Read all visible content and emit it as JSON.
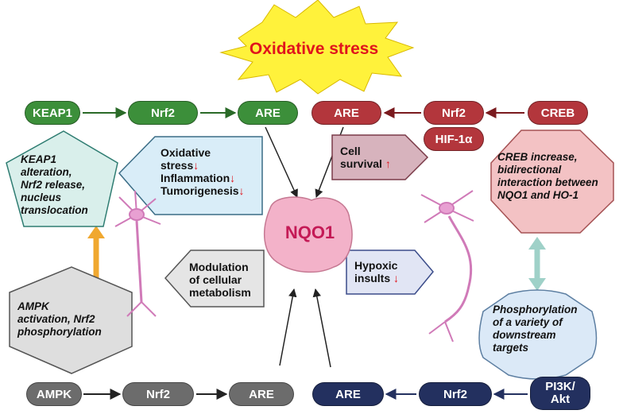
{
  "title": "Oxidative stress",
  "center": "NQO1",
  "top_left_chain": [
    "KEAP1",
    "Nrf2",
    "ARE"
  ],
  "top_right_chain": [
    "ARE",
    "Nrf2",
    "HIF-1α",
    "CREB"
  ],
  "bottom_left_chain": [
    "AMPK",
    "Nrf2",
    "ARE"
  ],
  "bottom_right_chain": [
    "ARE",
    "Nrf2",
    "PI3K/\nAkt"
  ],
  "boxes": {
    "keap1_note": [
      "KEAP1",
      "alteration,",
      "Nrf2 release,",
      "nucleus",
      "translocation"
    ],
    "effects": [
      "Oxidative",
      "stress",
      "Inflammation",
      "Tumorigenesis"
    ],
    "cell_survival": [
      "Cell",
      "survival"
    ],
    "creb_note": [
      "CREB increase,",
      "bidirectional",
      "interaction between",
      "NQO1 and HO-1"
    ],
    "modulation": [
      "Modulation",
      "of cellular",
      "metabolism"
    ],
    "hypoxic": [
      "Hypoxic",
      "insults"
    ],
    "ampk_note": [
      "AMPK",
      "activation, Nrf2",
      "phosphorylation"
    ],
    "phospho_note": [
      "Phosphorylation",
      "of a variety of",
      "downstream",
      "targets"
    ]
  },
  "arrow_symbols": {
    "down": "↓",
    "up": "↑"
  },
  "colors": {
    "green": "#3c8f3a",
    "red": "#b3363c",
    "grey": "#6c6c6c",
    "navy": "#23305f",
    "burst": "#fff23b",
    "nqo1": "#f3b2c9",
    "accent": "#e0141c"
  }
}
